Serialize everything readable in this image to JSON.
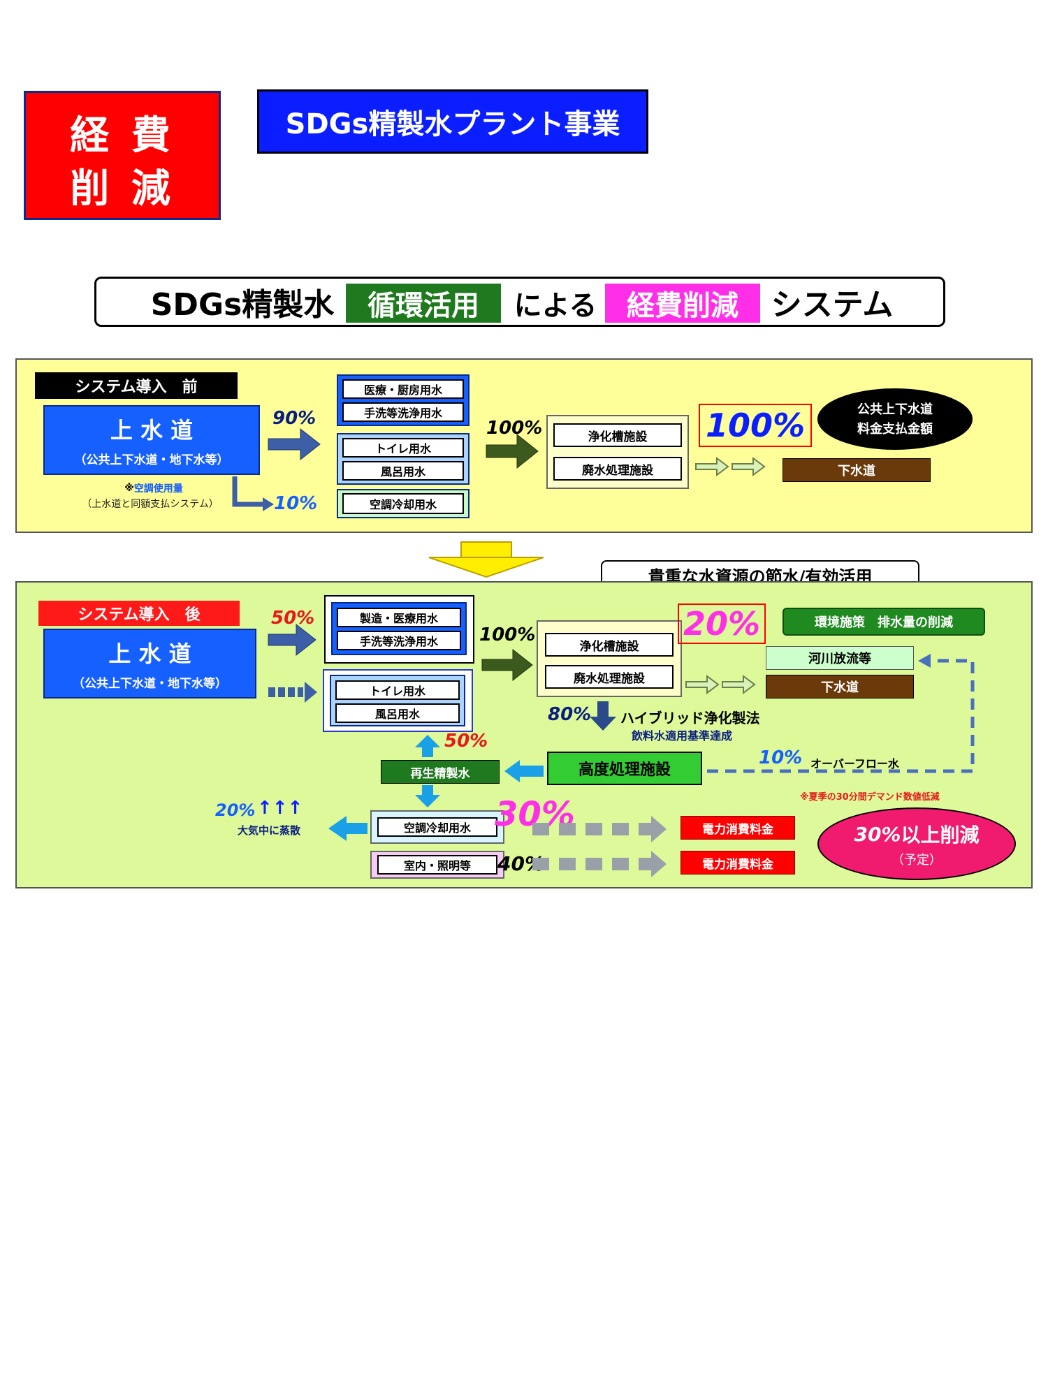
{
  "header": {
    "cost_badge": {
      "line1": "経 費",
      "line2": "削 減"
    },
    "business_title": "SDGs精製水プラント事業"
  },
  "system_banner": {
    "part1": "SDGs精製水",
    "part2": "循環活用",
    "part3": "による",
    "part4": "経費削減",
    "part5": "システム"
  },
  "before": {
    "label": "システム導入　前",
    "source": {
      "title": "上 水 道",
      "sub": "（公共上下水道・地下水等）"
    },
    "note": {
      "line1_prefix": "※",
      "line1": "空調使用量",
      "line2": "（上水道と同額支払システム）"
    },
    "pct_main": "90%",
    "pct_ac": "10%",
    "uses_top": [
      "医療・厨房用水",
      "手洗等洗浄用水"
    ],
    "uses_mid": [
      "トイレ用水",
      "風呂用水"
    ],
    "use_ac": "空調冷却用水",
    "pct_treat": "100%",
    "treatment": [
      "浄化槽施設",
      "廃水処理施設"
    ],
    "pct_big": "100%",
    "sewer": "下水道",
    "payment": {
      "line1": "公共上下水道",
      "line2": "料金支払金額"
    }
  },
  "after": {
    "tagline": "貴重な水資源の節水/有効活用",
    "label": "システム導入　後",
    "source": {
      "title": "上 水 道",
      "sub": "（公共上下水道・地下水等）"
    },
    "pct_main": "50%",
    "uses_top": [
      "製造・医療用水",
      "手洗等洗浄用水"
    ],
    "uses_mid": [
      "トイレ用水",
      "風呂用水"
    ],
    "pct_treat": "100%",
    "treatment": [
      "浄化槽施設",
      "廃水処理施設"
    ],
    "pct_20": "20%",
    "env_policy": "環境施策　排水量の削減",
    "river": "河川放流等",
    "sewer": "下水道",
    "pct_80": "80%",
    "hybrid": "ハイブリッド浄化製法",
    "hybrid_sub": "飲料水適用基準達成",
    "advanced": "高度処理施設",
    "pct_overflow": "10%",
    "overflow": "オーバーフロー水",
    "summer_note": "※夏季の30分間デマンド数値低減",
    "pct_50_up": "50%",
    "recycled": "再生精製水",
    "pct_evap": "20%",
    "evap_arrows": "↑↑↑",
    "evap": "大気中に蒸散",
    "ac_cooling": "空調冷却用水",
    "indoor": "室内・照明等",
    "pct_30": "30%",
    "pct_40": "40%",
    "power_fee_1": "電力消費料金",
    "power_fee_2": "電力消費料金",
    "reduction": {
      "main_pct": "30%",
      "main_text": "以上削減",
      "sub": "（予定）"
    }
  },
  "colors": {
    "red": "#ff0000",
    "blue_title": "#0a1eff",
    "water_blue": "#1560ff",
    "panel_yellow": "#ffff99",
    "panel_green": "#ddf99a",
    "dark_green": "#1f7a1f",
    "brown": "#6b3a0a",
    "magenta": "#ff2fe8",
    "pink_ellipse": "#f01a6e",
    "arrow_blue": "#3c5fa8",
    "light_blue_arrow": "#1aa0e6"
  }
}
